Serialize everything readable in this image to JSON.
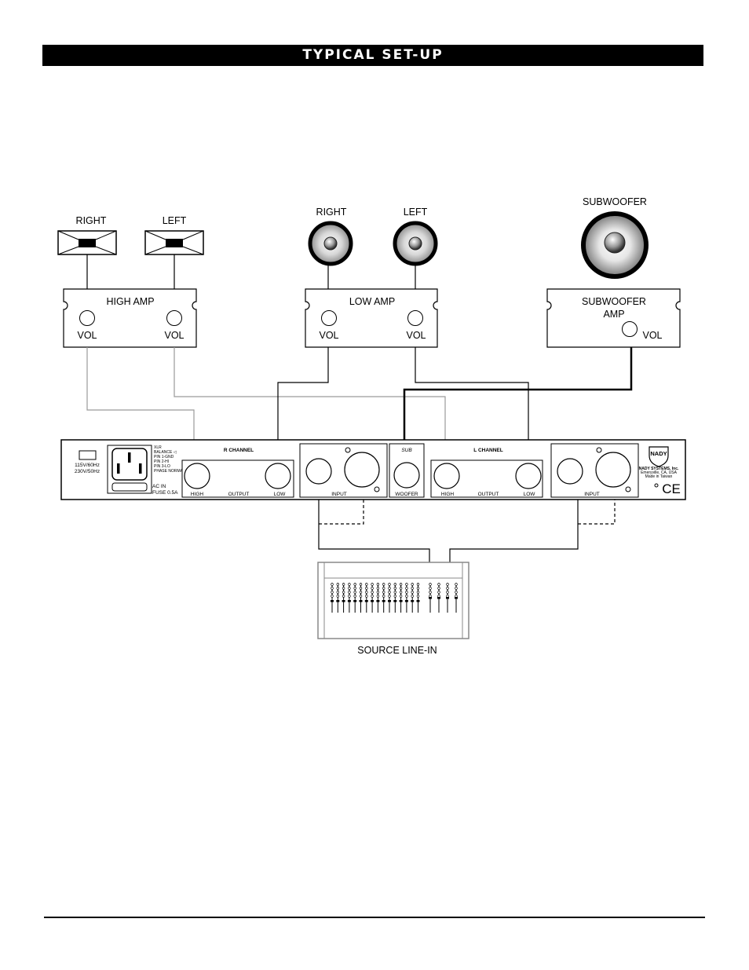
{
  "title": "TYPICAL SET-UP",
  "speakers": {
    "high_right": "RIGHT",
    "high_left": "LEFT",
    "low_right": "RIGHT",
    "low_left": "LEFT",
    "subwoofer": "SUBWOOFER"
  },
  "amps": {
    "high": {
      "name": "HIGH AMP",
      "vol_left": "VOL",
      "vol_right": "VOL"
    },
    "low": {
      "name": "LOW AMP",
      "vol_left": "VOL",
      "vol_right": "VOL"
    },
    "sub": {
      "name_line1": "SUBWOOFER",
      "name_line2": "AMP",
      "vol": "VOL"
    }
  },
  "crossover": {
    "power_line1": "115V/60Hz",
    "power_line2": "230V/50Hz",
    "xlr_lines": [
      "XLR",
      "BALANCE ◁",
      "PIN 1-GND",
      "PIN 2-HI",
      "PIN 3-LO",
      "PHASE NORMAL"
    ],
    "ac_in": "AC IN",
    "fuse": "FUSE 0.5A",
    "r_channel": "R CHANNEL",
    "l_channel": "L CHANNEL",
    "high": "HIGH",
    "output": "OUTPUT",
    "low": "LOW",
    "input": "INPUT",
    "sub": "SUB",
    "woofer": "WOOFER",
    "brand": "NADY",
    "company_lines": [
      "NADY SYSTEMS, Inc.",
      "Emeryville, CA, USA",
      "Made in Taiwan"
    ],
    "ce": "CE"
  },
  "source": {
    "label": "SOURCE LINE-IN"
  },
  "colors": {
    "wire_dark": "#000000",
    "wire_gray": "#999999",
    "title_bg": "#000000"
  }
}
